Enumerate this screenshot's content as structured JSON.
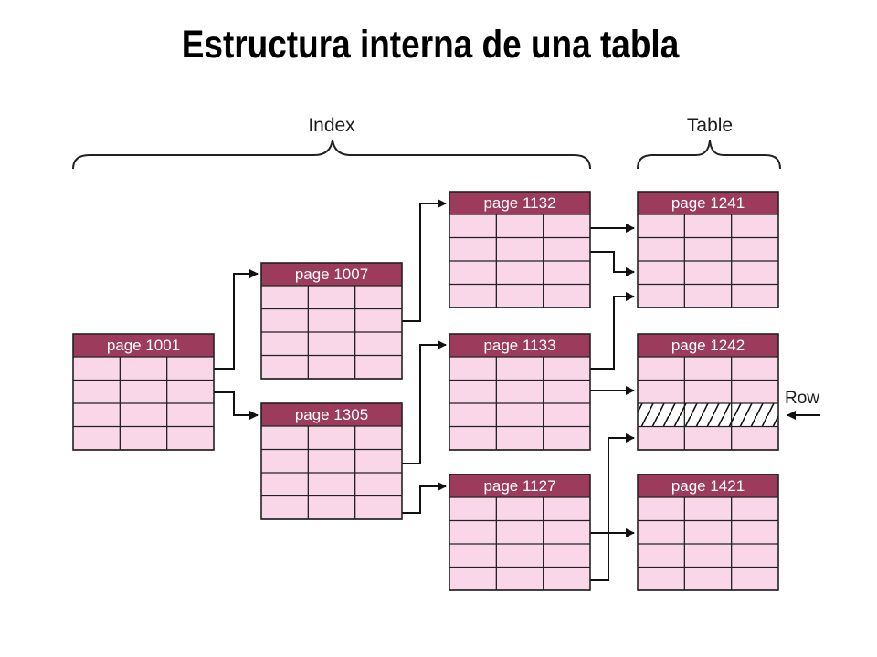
{
  "title": "Estructura interna de una tabla",
  "brace_labels": {
    "index": "Index",
    "table": "Table"
  },
  "pointer_label": "Row",
  "colors": {
    "header": "#9c3b5c",
    "header_text": "#ffffff",
    "cell_fill": "#f9d6e8",
    "grid_line": "#222222",
    "arrow": "#111111"
  },
  "pages": [
    {
      "id": "p1001",
      "label": "page 1001",
      "group": "index",
      "rows": 4,
      "cols": 3
    },
    {
      "id": "p1007",
      "label": "page 1007",
      "group": "index",
      "rows": 4,
      "cols": 3
    },
    {
      "id": "p1305",
      "label": "page 1305",
      "group": "index",
      "rows": 4,
      "cols": 3
    },
    {
      "id": "p1132",
      "label": "page 1132",
      "group": "index",
      "rows": 4,
      "cols": 3
    },
    {
      "id": "p1133",
      "label": "page 1133",
      "group": "index",
      "rows": 4,
      "cols": 3
    },
    {
      "id": "p1127",
      "label": "page 1127",
      "group": "index",
      "rows": 4,
      "cols": 3
    },
    {
      "id": "p1241",
      "label": "page 1241",
      "group": "table",
      "rows": 4,
      "cols": 3
    },
    {
      "id": "p1242",
      "label": "page 1242",
      "group": "table",
      "rows": 4,
      "cols": 3,
      "highlighted_row": 3
    },
    {
      "id": "p1421",
      "label": "page 1421",
      "group": "table",
      "rows": 4,
      "cols": 3
    }
  ],
  "links": [
    {
      "from": "p1001",
      "to": "p1007"
    },
    {
      "from": "p1001",
      "to": "p1305"
    },
    {
      "from": "p1007",
      "to": "p1132"
    },
    {
      "from": "p1305",
      "to": "p1133"
    },
    {
      "from": "p1305",
      "to": "p1127"
    },
    {
      "from": "p1132",
      "to": "p1241"
    },
    {
      "from": "p1132",
      "to": "p1241"
    },
    {
      "from": "p1133",
      "to": "p1241"
    },
    {
      "from": "p1133",
      "to": "p1242"
    },
    {
      "from": "p1127",
      "to": "p1242"
    },
    {
      "from": "p1127",
      "to": "p1421"
    }
  ]
}
